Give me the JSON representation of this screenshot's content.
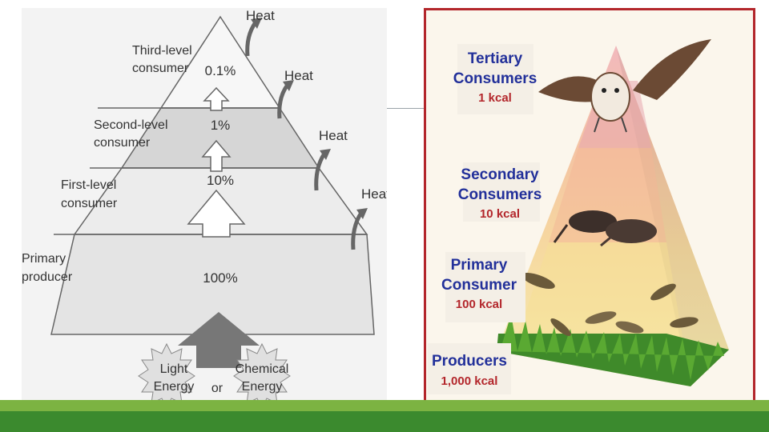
{
  "left_pyramid": {
    "levels": [
      {
        "label_line1": "Third-level",
        "label_line2": "consumer",
        "percent": "0.1%"
      },
      {
        "label_line1": "Second-level",
        "label_line2": "consumer",
        "percent": "1%"
      },
      {
        "label_line1": "First-level",
        "label_line2": "consumer",
        "percent": "10%"
      },
      {
        "label_line1": "Primary",
        "label_line2": "producer",
        "percent": "100%"
      }
    ],
    "heat_label": "Heat",
    "energy_sources": {
      "light_line1": "Light",
      "light_line2": "Energy",
      "or": "or",
      "chemical_line1": "Chemical",
      "chemical_line2": "Energy"
    }
  },
  "right_pyramid": {
    "levels": [
      {
        "name_line1": "Tertiary",
        "name_line2": "Consumers",
        "energy": "1 kcal",
        "animal": "owl-icon"
      },
      {
        "name_line1": "Secondary",
        "name_line2": "Consumers",
        "energy": "10 kcal",
        "animal": "shrew-icon"
      },
      {
        "name_line1": "Primary",
        "name_line2": "Consumer",
        "energy": "100 kcal",
        "animal": "grasshopper-icon"
      },
      {
        "name_line1": "Producers",
        "name_line2": "",
        "energy": "1,000 kcal",
        "animal": "grass-icon"
      }
    ]
  },
  "colors": {
    "bar_light": "#7cb342",
    "bar_dark": "#3b8a2e",
    "border": "#b3262b",
    "label_blue": "#22309a",
    "kcal_red": "#b3262b"
  }
}
